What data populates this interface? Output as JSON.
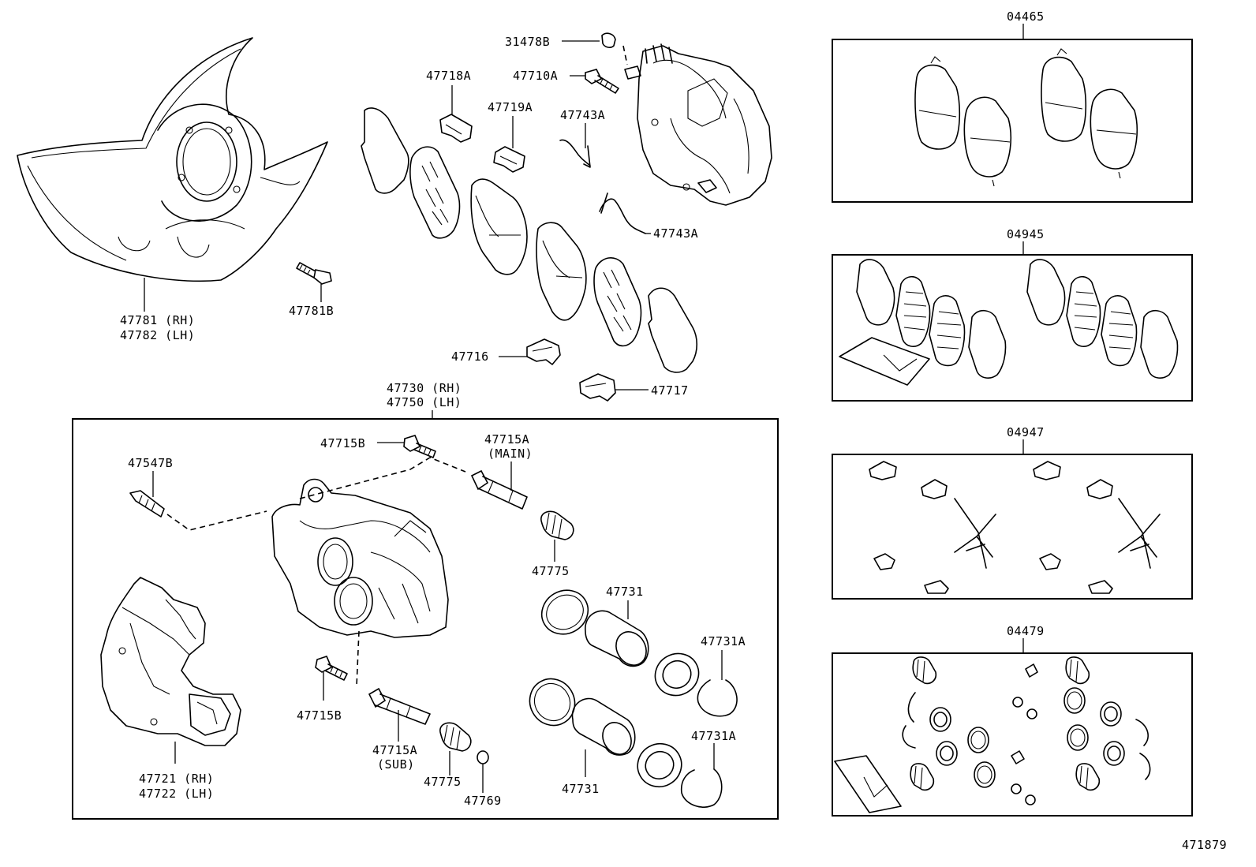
{
  "labels": {
    "p31478B": "31478B",
    "p47710A": "47710A",
    "p47718A": "47718A",
    "p47719A": "47719A",
    "p47743A_1": "47743A",
    "p47743A_2": "47743A",
    "p47781_rh": "47781 (RH)",
    "p47782_lh": "47782 (LH)",
    "p47781B": "47781B",
    "p47716": "47716",
    "p47717": "47717",
    "p47730_rh": "47730 (RH)",
    "p47750_lh": "47750 (LH)",
    "p47715B_top": "47715B",
    "p47715A_main": "47715A",
    "main_tag": "(MAIN)",
    "p47547B": "47547B",
    "p47775_top": "47775",
    "p47731_top": "47731",
    "p47731A_top": "47731A",
    "p47715B_bottom": "47715B",
    "p47715A_sub": "47715A",
    "sub_tag": "(SUB)",
    "p47775_bottom": "47775",
    "p47769": "47769",
    "p47731_bottom": "47731",
    "p47731A_bottom": "47731A",
    "p47721_rh": "47721 (RH)",
    "p47722_lh": "47722 (LH)"
  },
  "kits": [
    {
      "code": "04465"
    },
    {
      "code": "04945"
    },
    {
      "code": "04947"
    },
    {
      "code": "04479"
    }
  ],
  "figure_number": "471879"
}
